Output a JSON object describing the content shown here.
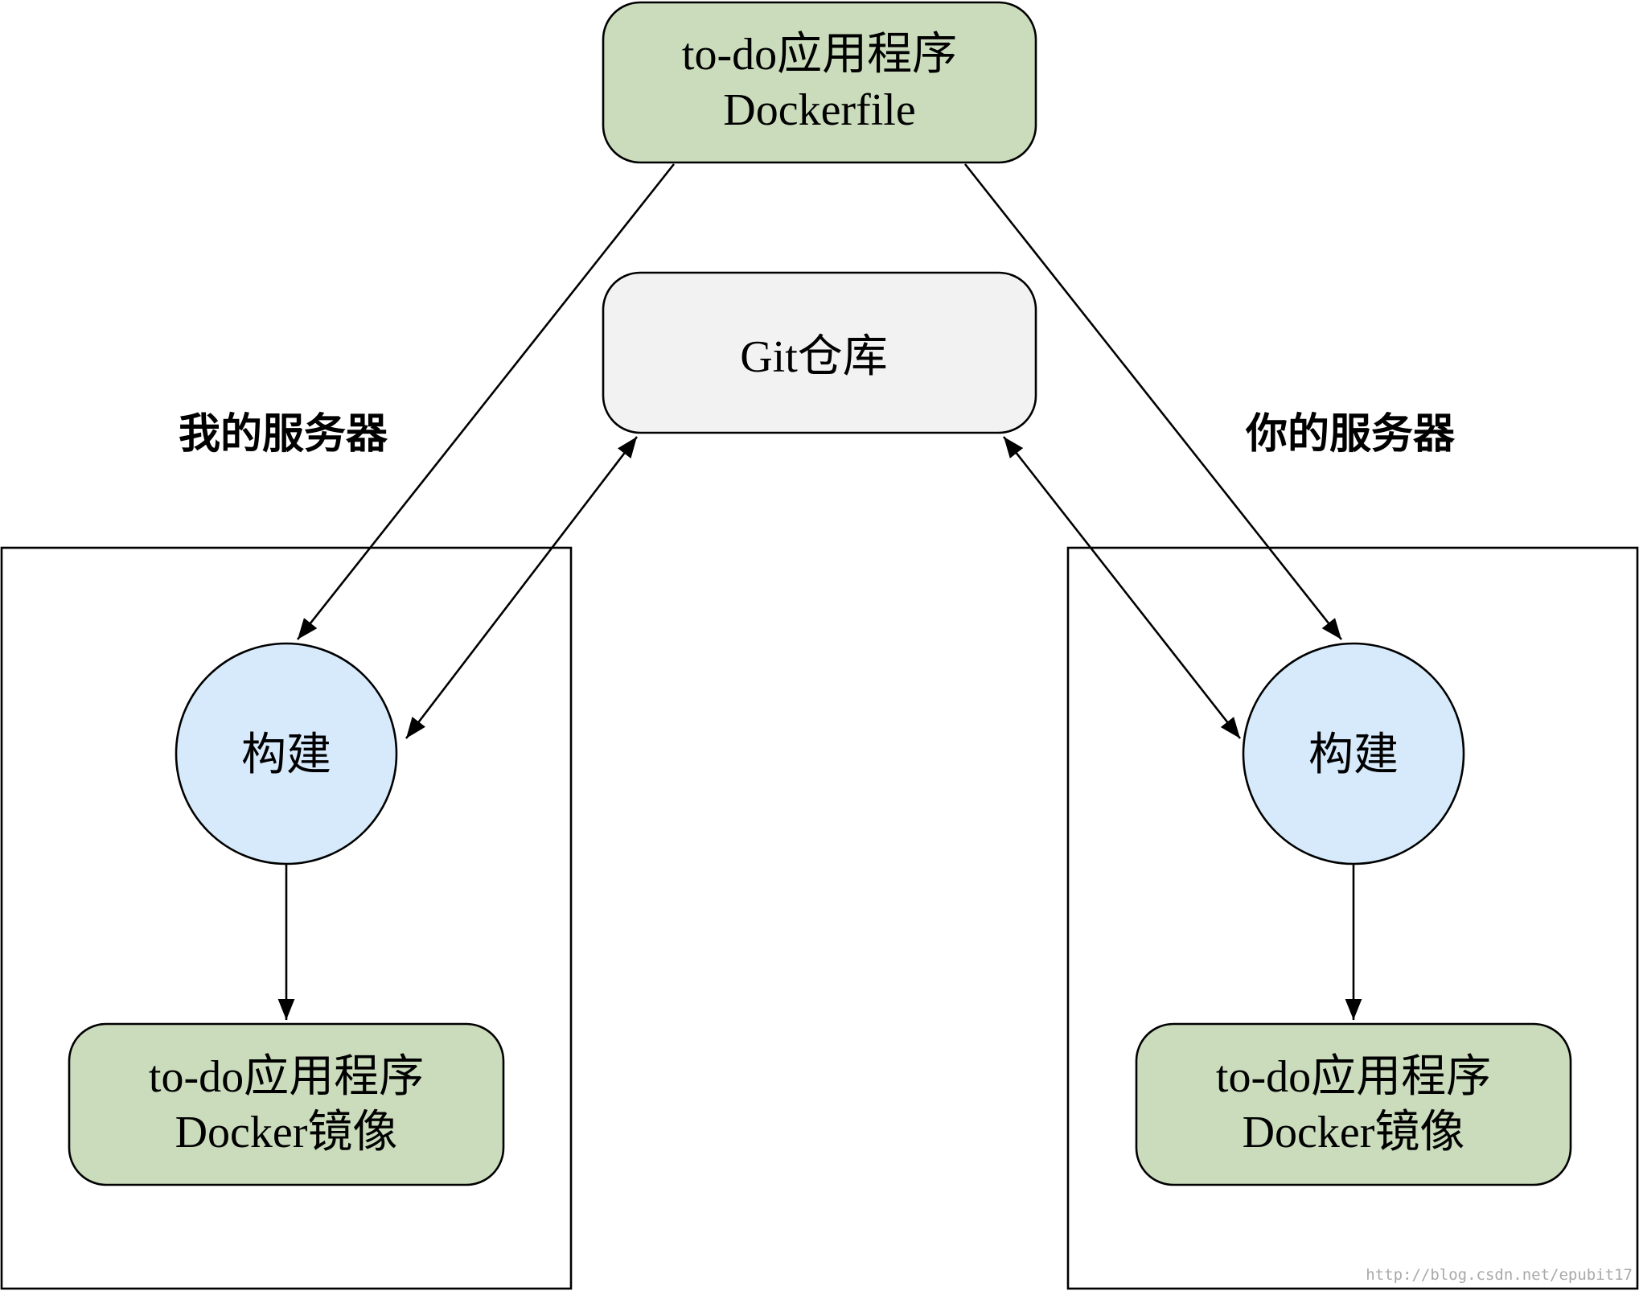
{
  "colors": {
    "green_node": "#cadcbc",
    "gray_node": "#f2f2f2",
    "blue_node": "#d6eafb",
    "stroke": "#000000"
  },
  "nodes": {
    "dockerfile": {
      "line1": "to-do应用程序",
      "line2": "Dockerfile"
    },
    "git_repo": {
      "label": "Git仓库"
    },
    "left_build": {
      "label": "构建"
    },
    "right_build": {
      "label": "构建"
    },
    "left_image": {
      "line1": "to-do应用程序",
      "line2": "Docker镜像"
    },
    "right_image": {
      "line1": "to-do应用程序",
      "line2": "Docker镜像"
    }
  },
  "groups": {
    "my_server": {
      "label": "我的服务器"
    },
    "your_server": {
      "label": "你的服务器"
    }
  },
  "watermark": "http://blog.csdn.net/epubit17"
}
